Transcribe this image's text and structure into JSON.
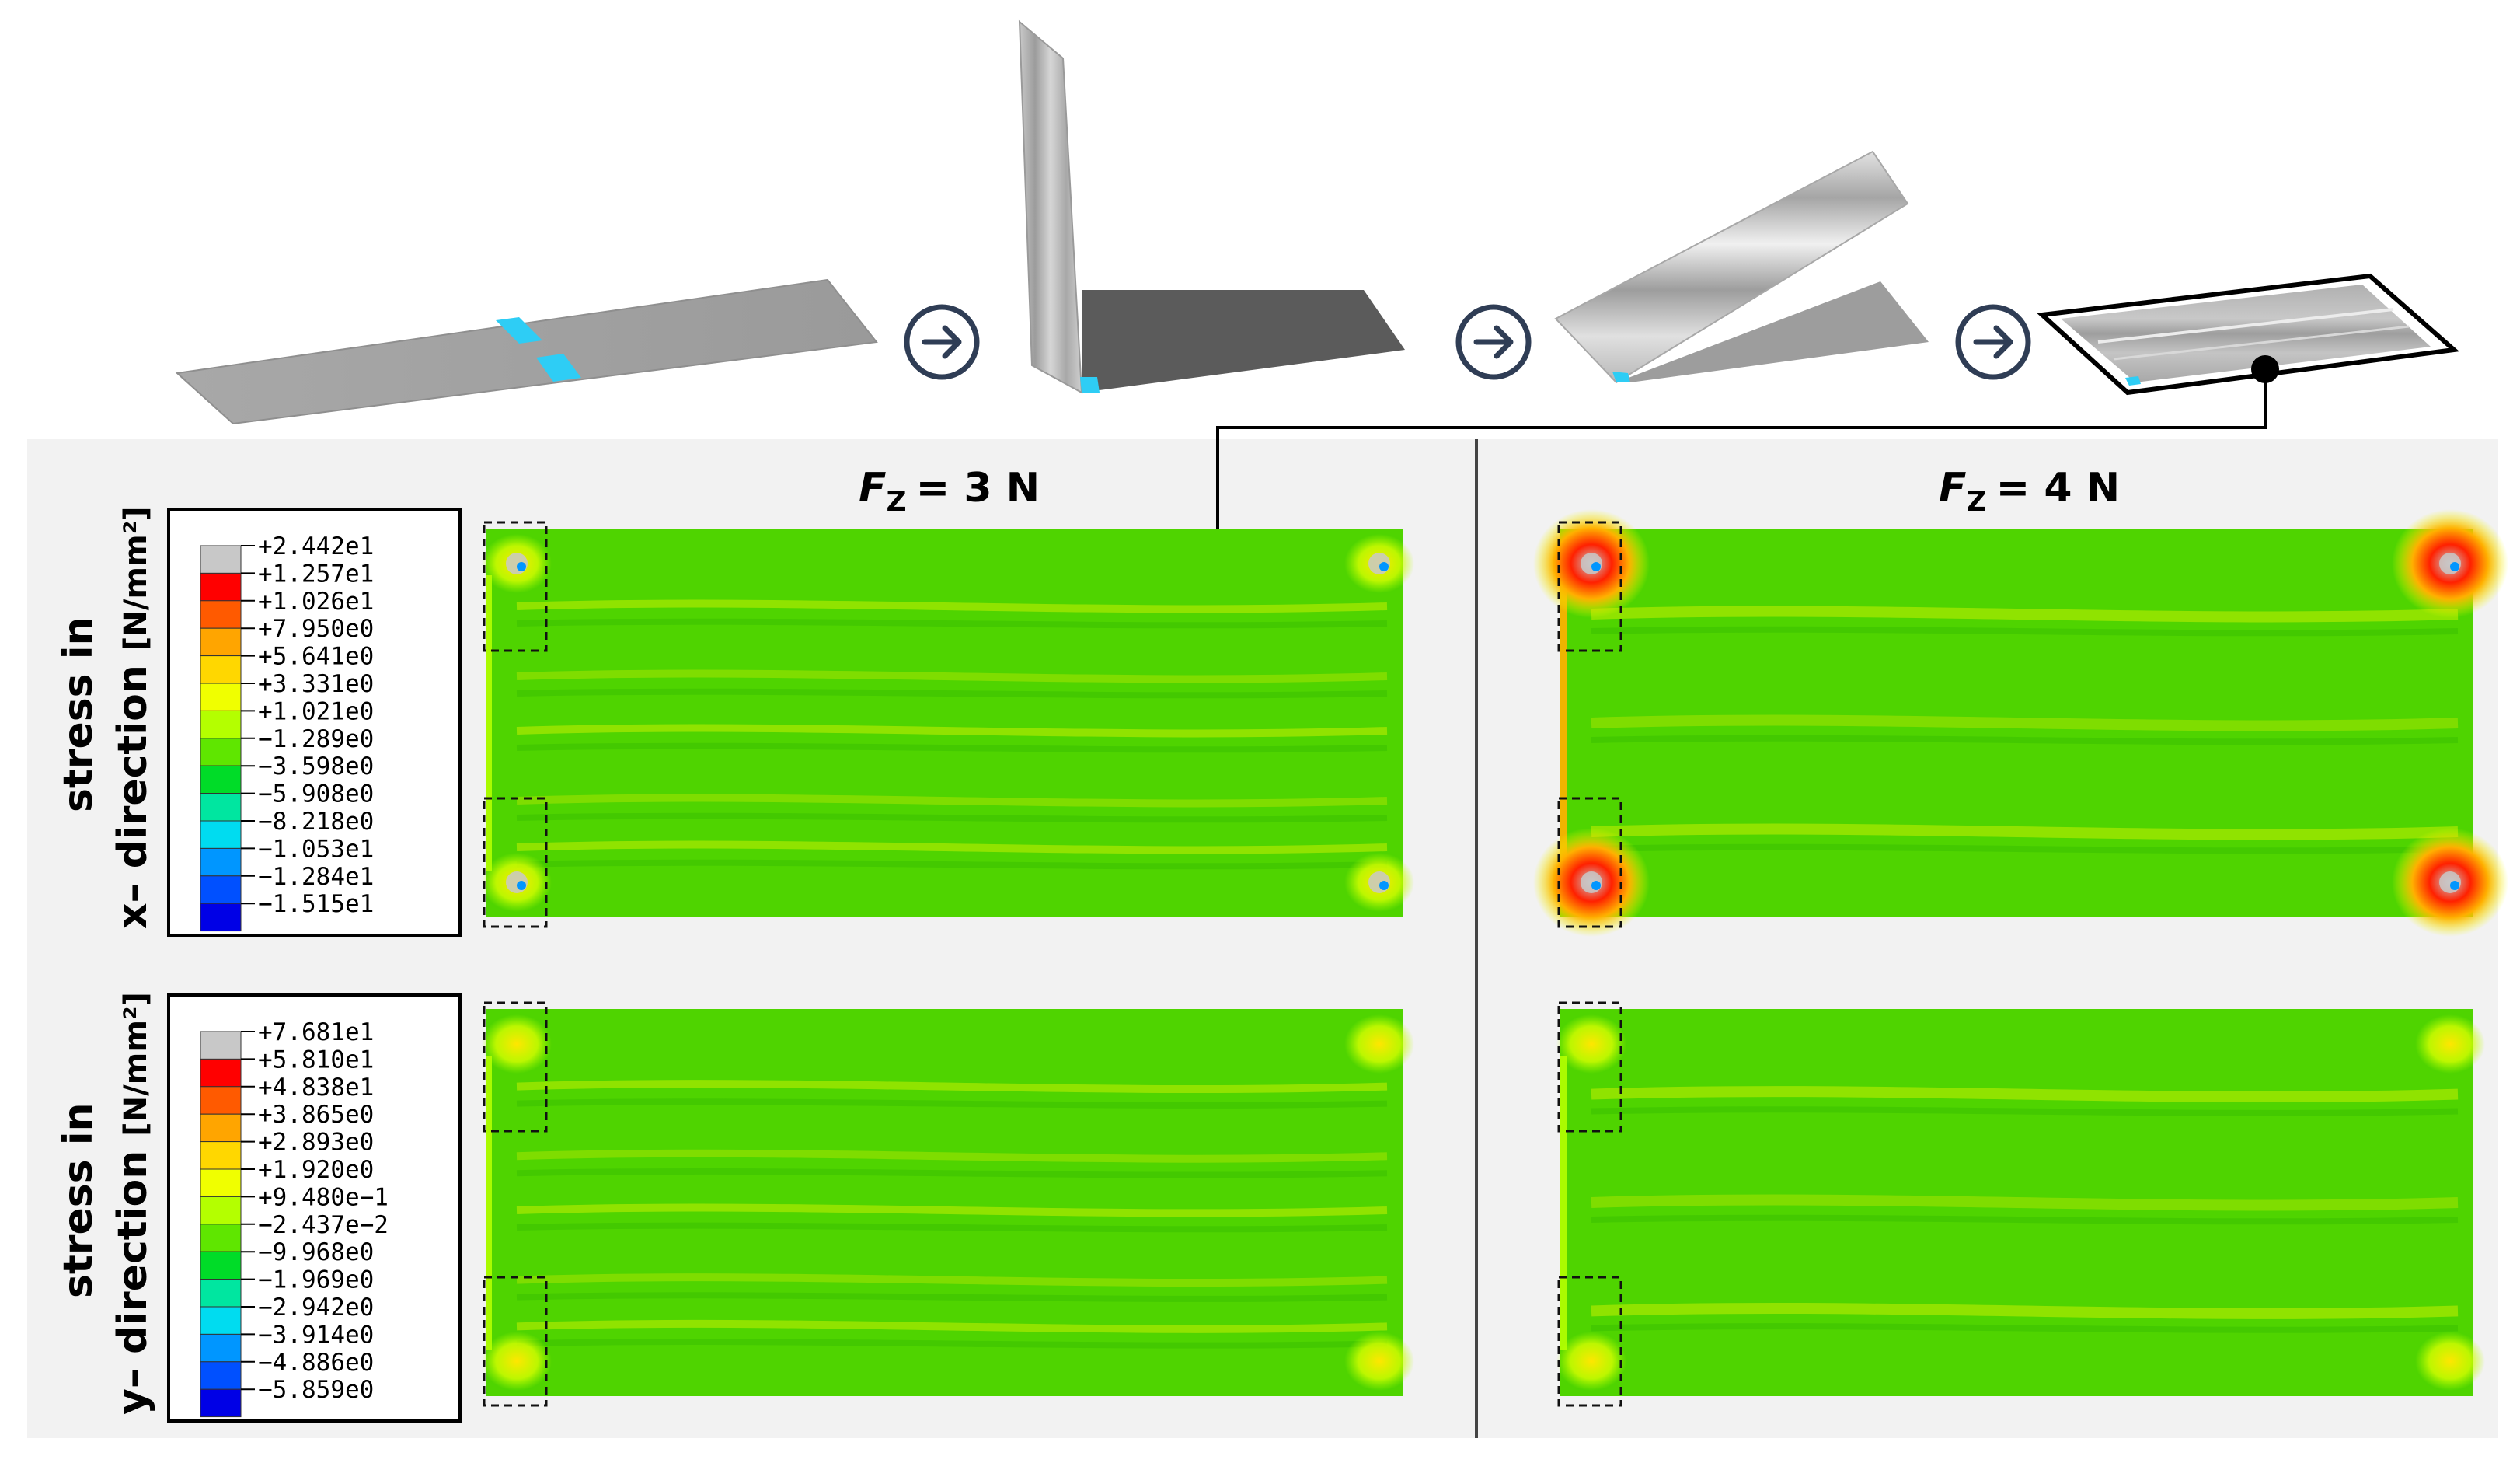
{
  "process_steps": [
    {
      "name": "flat-strip"
    },
    {
      "name": "folded-up"
    },
    {
      "name": "folding-down"
    },
    {
      "name": "folded-flat"
    }
  ],
  "columns": [
    {
      "force_symbol": "F",
      "force_subscript": "Z",
      "force_value": "= 3 N"
    },
    {
      "force_symbol": "F",
      "force_subscript": "Z",
      "force_value": "= 4 N"
    }
  ],
  "rows": [
    {
      "title_line1": "stress in",
      "title_line2_prefix": "x– direction ",
      "unit": "[N/mm²]",
      "legend": [
        "+2.442e1",
        "+1.257e1",
        "+1.026e1",
        "+7.950e0",
        "+5.641e0",
        "+3.331e0",
        "+1.021e0",
        "−1.289e0",
        "−3.598e0",
        "−5.908e0",
        "−8.218e0",
        "−1.053e1",
        "−1.284e1",
        "−1.515e1"
      ]
    },
    {
      "title_line1": "stress in",
      "title_line2_prefix": "y– direction ",
      "unit": "[N/mm²]",
      "legend": [
        "+7.681e1",
        "+5.810e1",
        "+4.838e1",
        "+3.865e0",
        "+2.893e0",
        "+1.920e0",
        "+9.480e−1",
        "−2.437e−2",
        "−9.968e0",
        "−1.969e0",
        "−2.942e0",
        "−3.914e0",
        "−4.886e0",
        "−5.859e0"
      ]
    }
  ],
  "legend_colors": [
    "#c8c8c8",
    "#ff0000",
    "#ff5a00",
    "#ffa500",
    "#ffd700",
    "#f0ff00",
    "#b4ff00",
    "#5fe600",
    "#00dc28",
    "#00e6a0",
    "#00dcf0",
    "#0096ff",
    "#0050ff",
    "#0000e6"
  ],
  "colors": {
    "field_green": "#4fd400",
    "panel_bg": "#f2f2f2",
    "arrow_circle": "#2f3d55",
    "highlight_cyan": "#00c8f0"
  },
  "icons": [
    "arrow-right-circle-icon"
  ]
}
